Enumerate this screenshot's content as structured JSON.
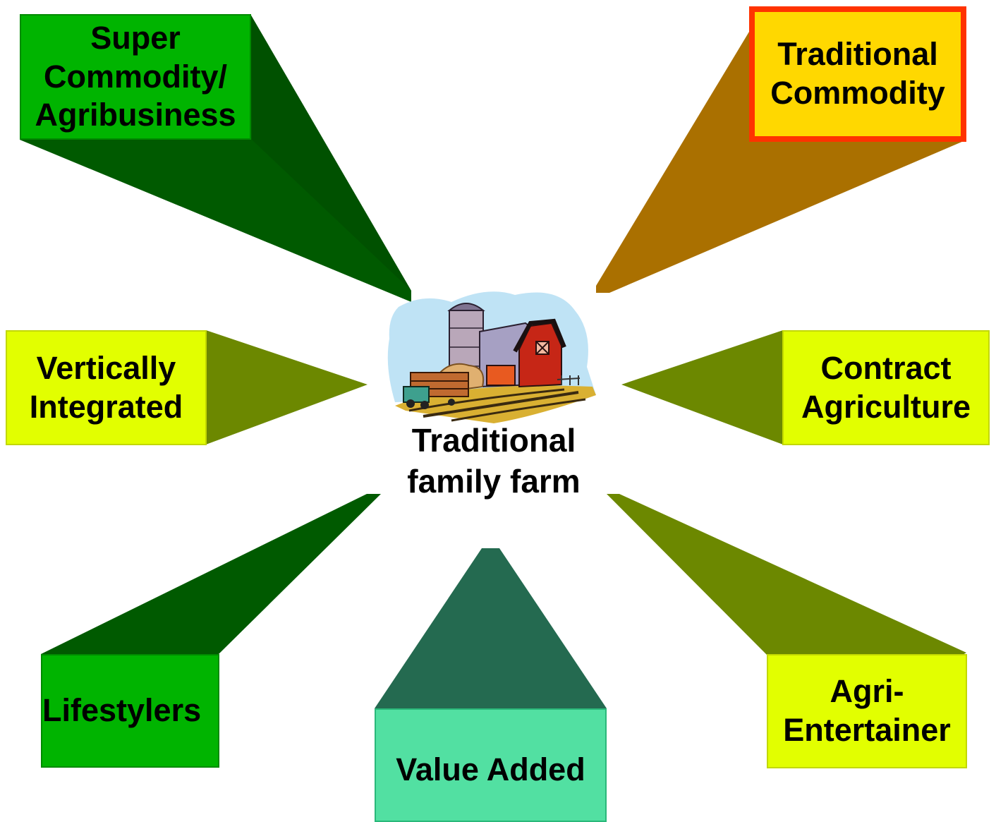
{
  "center": {
    "label": "Traditional\nfamily farm",
    "icon": "farm-barn-silo-icon"
  },
  "categories": [
    {
      "id": "super-commodity",
      "label": "Super\nCommodity/\nAgribusiness"
    },
    {
      "id": "traditional-commodity",
      "label": "Traditional\nCommodity"
    },
    {
      "id": "vertically-integrated",
      "label": "Vertically\nIntegrated"
    },
    {
      "id": "contract-agriculture",
      "label": "Contract\nAgriculture"
    },
    {
      "id": "lifestylers",
      "label": "Lifestylers"
    },
    {
      "id": "value-added",
      "label": "Value Added"
    },
    {
      "id": "agri-entertainer",
      "label": "Agri-\nEntertainer"
    }
  ],
  "colors": {
    "dark_green_box": "#00b400",
    "dark_green_beam": "#005a00",
    "olive_beam": "#6c8800",
    "yellow_box": "#e2ff00",
    "gold_box": "#ffd800",
    "gold_border": "#ff3300",
    "brown_beam": "#aa7000",
    "teal_box": "#52e0a2",
    "teal_beam": "#246a50"
  }
}
